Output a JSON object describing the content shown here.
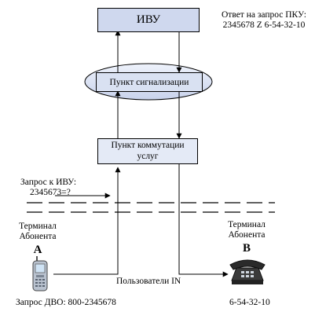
{
  "nodes": {
    "ivu": "ИВУ",
    "signaling_point": "Пункт сигнализации",
    "switching_point": "Пункт коммутации услуг"
  },
  "labels": {
    "response_line1": "Ответ на запрос ПКУ:",
    "response_line2": "2345678 Z 6-54-32-10",
    "request_ivu_line1": "Запрос к ИВУ:",
    "request_ivu_line2": "2345673=?",
    "terminal_a_line1": "Терминал",
    "terminal_a_line2": "Абонента",
    "terminal_a_letter": "А",
    "terminal_b_line1": "Терминал",
    "terminal_b_line2": "Абонента",
    "terminal_b_letter": "В",
    "in_users": "Пользователи IN",
    "dvo_request": "Запрос ДВО: 800-2345678",
    "phone_number_b": "6-54-32-10"
  },
  "icons": {
    "terminal_a": "mobile-phone-icon",
    "terminal_b": "desk-telephone-icon"
  },
  "colors": {
    "ivu_fill": "#cfd8ee",
    "signaling_fill": "#d9e1f2",
    "switching_fill": "#e4eaf6"
  }
}
